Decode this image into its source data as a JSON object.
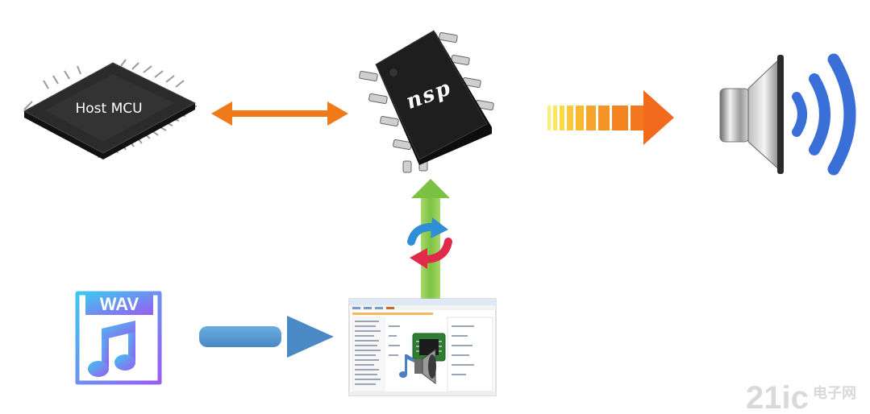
{
  "host_mcu": {
    "label": "Host MCU"
  },
  "nsp_chip": {
    "label": "nsp"
  },
  "wav_file": {
    "label": "WAV"
  },
  "watermark": {
    "number": "21ic",
    "name": "电子网"
  },
  "colors": {
    "bidirectional_arrow": "#f07a1a",
    "upload_arrow": "#8cc63f",
    "convert_arrow": "#5b9bd5",
    "output_arrow_start": "#ffe34d",
    "output_arrow_end": "#f26b1d",
    "sound_waves": "#3a6fd8"
  }
}
